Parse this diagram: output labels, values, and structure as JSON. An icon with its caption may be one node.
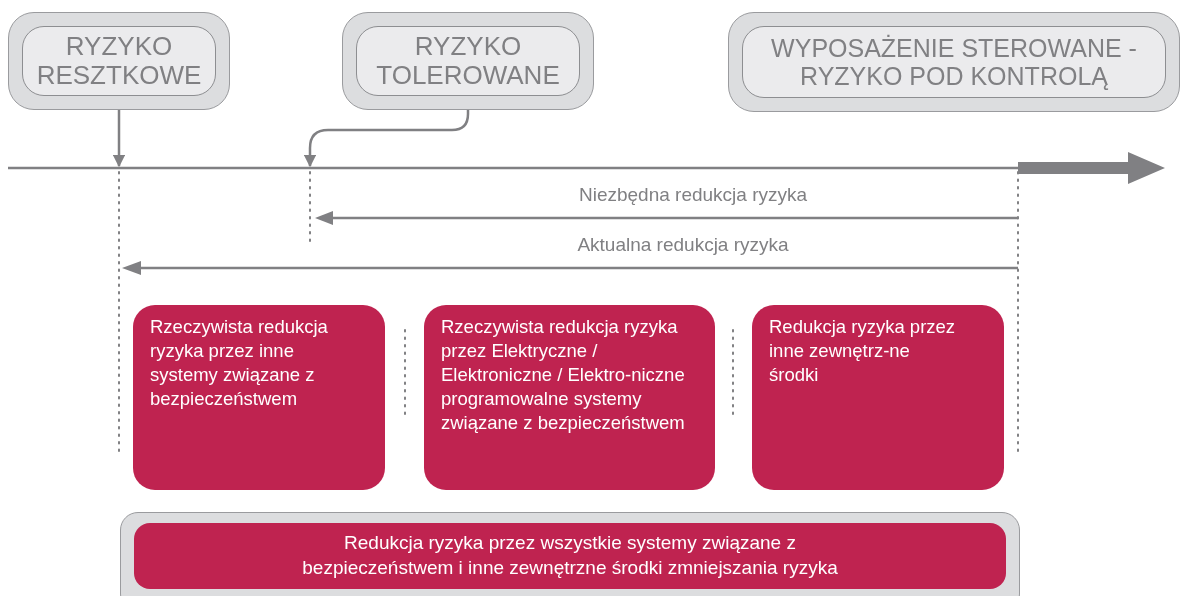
{
  "diagram": {
    "nodes": [
      {
        "text": [
          "RYZYKO RESZTKOWE"
        ]
      },
      {
        "text": [
          "RYZYKO TOLEROWANE"
        ]
      },
      {
        "text": [
          "WYPOSAŻENIE STEROWANE - RYZYKO POD KONTROLĄ"
        ]
      },
      {
        "text": [
          "Rzeczywista redukcja ryzyka przez inne systemy związane z bezpieczeństwem"
        ]
      },
      {
        "text": [
          "Rzeczywista redukcja ryzyka przez Elektryczne / Elektroniczne / Elektro-niczne programowalne systemy związane z bezpieczeństwem"
        ]
      },
      {
        "text": [
          "Redukcja ryzyka przez inne zewnętrz-ne środki"
        ]
      },
      {
        "text": [],
        "shape": "box"
      },
      {
        "text": [
          "Redukcja ryzyka przez wszystkie systemy związane z bezpieczeństwem i inne zewnętrzne środki zmniejszania ryzyka"
        ],
        "in": 6
      }
    ],
    "edges": [
      {
        "from": 0,
        "to": null,
        "arrow": "to"
      },
      {
        "from": 1,
        "to": null,
        "arrow": "to"
      }
    ],
    "labels": [
      "Niezbędna redukcja ryzyka",
      "Aktualna redukcja ryzyka"
    ]
  }
}
